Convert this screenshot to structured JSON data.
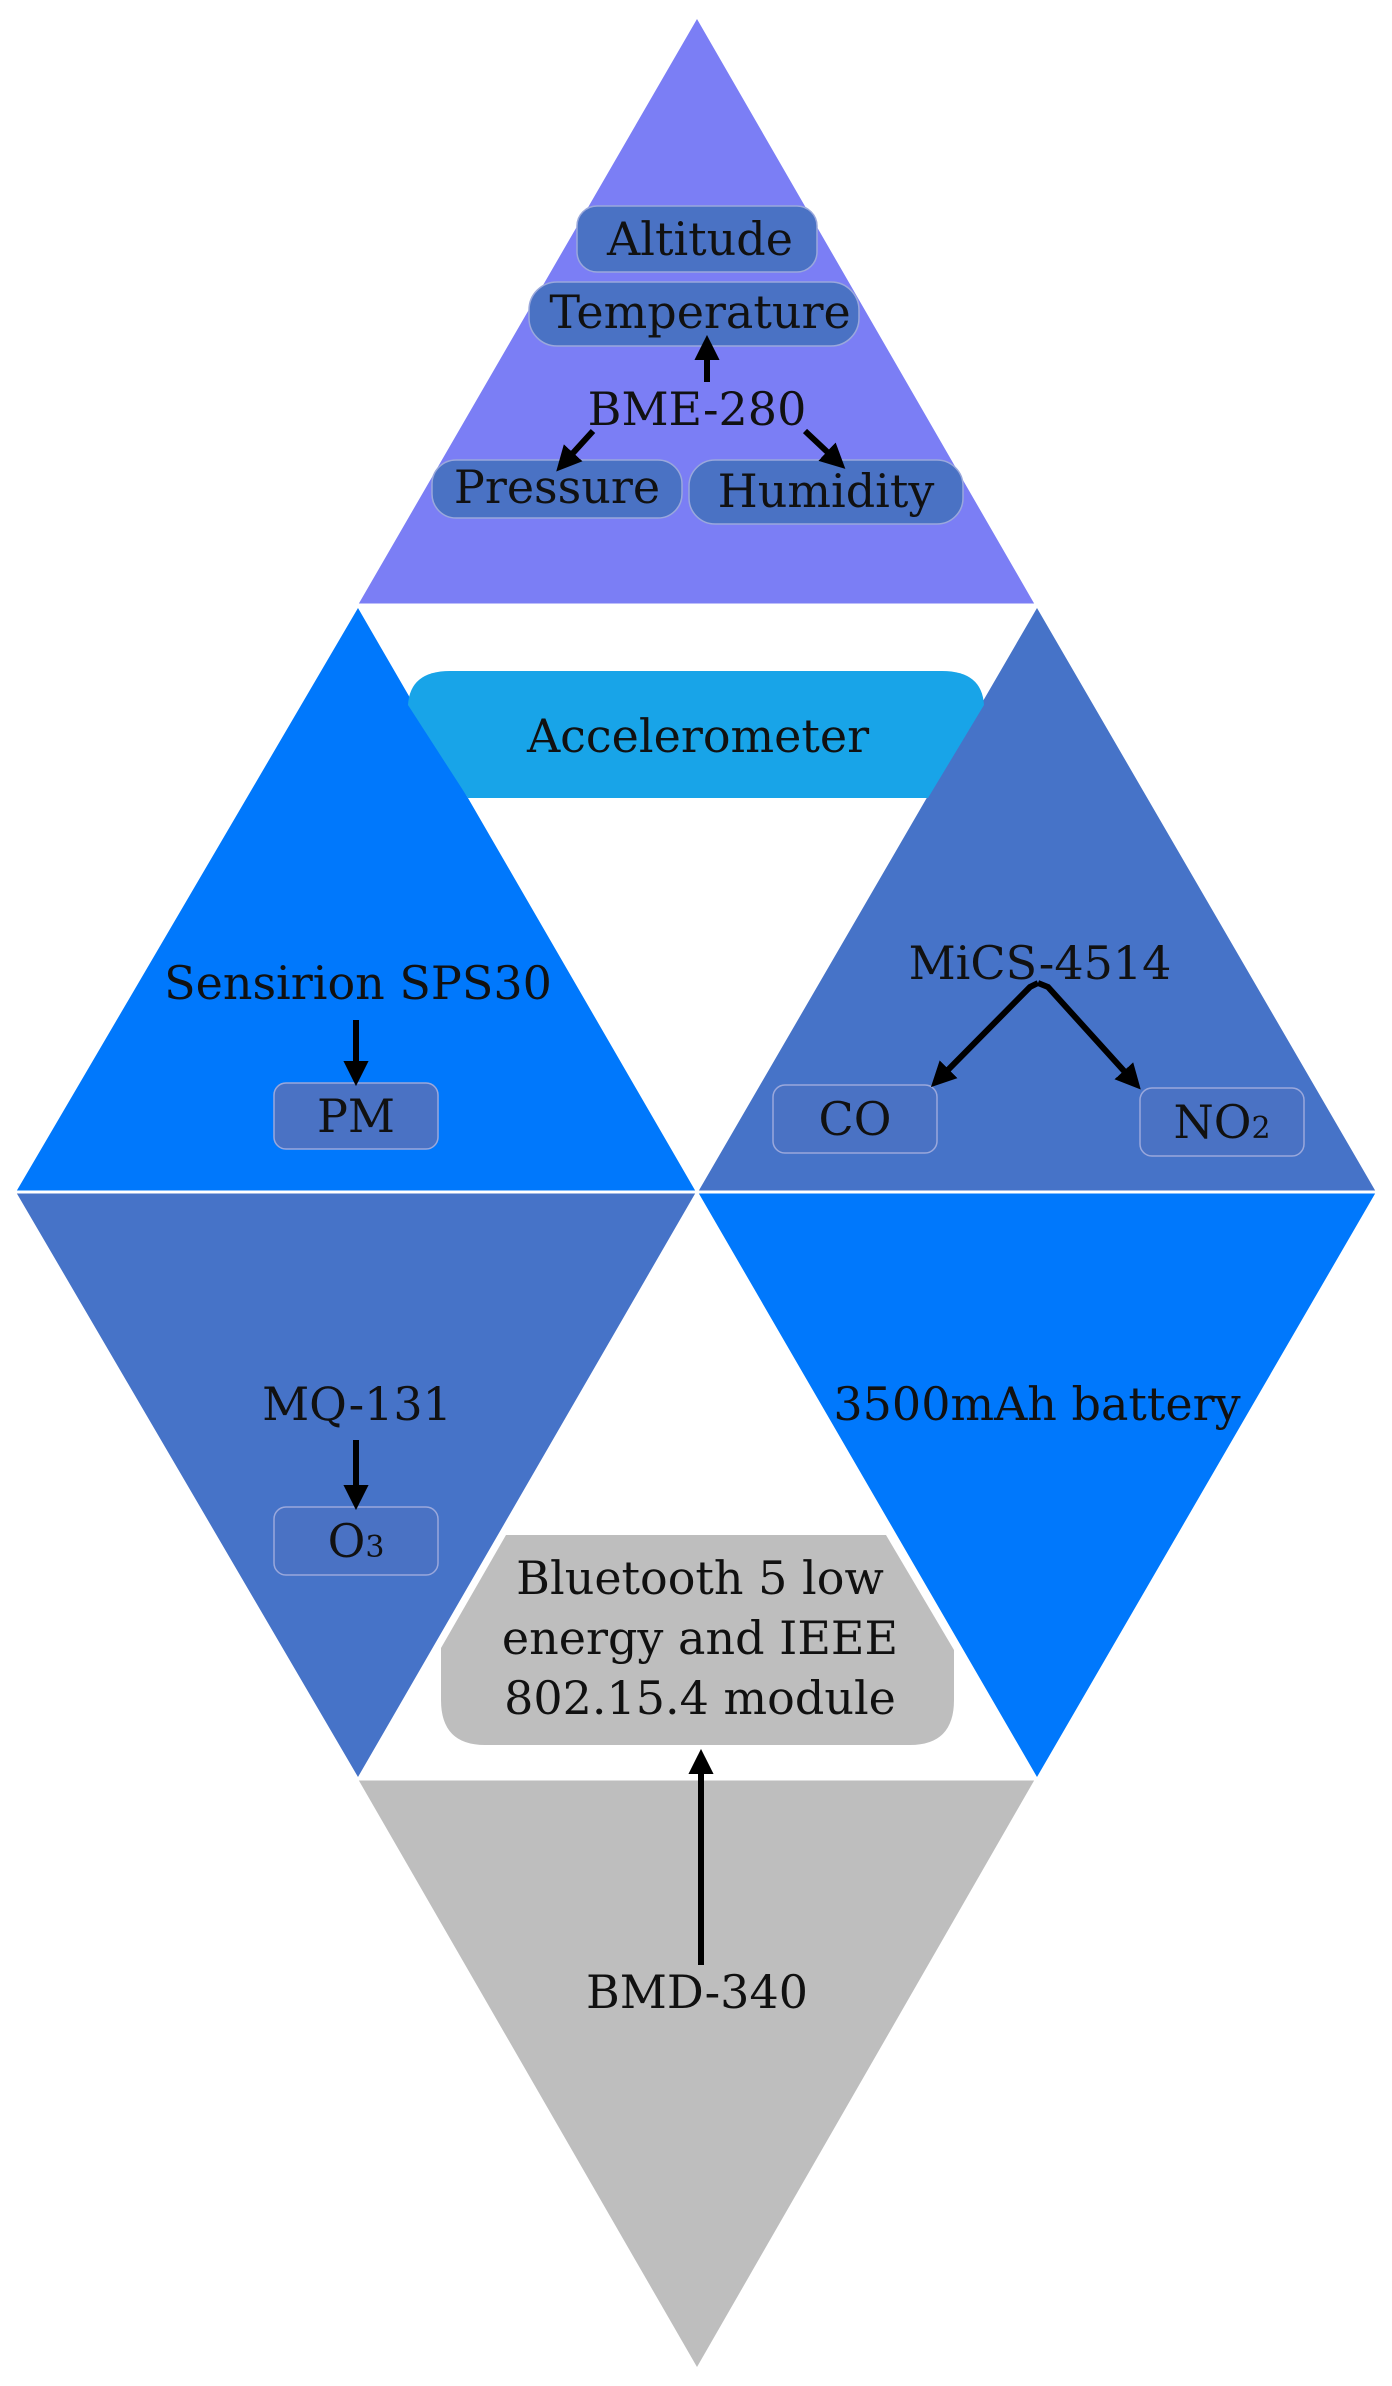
{
  "colors": {
    "violet": "#7b7ef5",
    "bright_blue": "#0078fc",
    "steel_blue": "#4673c8",
    "cyan": "#18a4e8",
    "gray": "#bebebe",
    "pill": "#4a72c4"
  },
  "bme": {
    "sensor": "BME-280",
    "altitude": "Altitude",
    "temperature": "Temperature",
    "pressure": "Pressure",
    "humidity": "Humidity"
  },
  "accelerometer": "Accelerometer",
  "sps": {
    "sensor": "Sensirion SPS30",
    "output": "PM"
  },
  "mics": {
    "sensor": "MiCS-4514",
    "co": "CO",
    "no2": "NO",
    "no2_sub": "2"
  },
  "mq": {
    "sensor": "MQ-131",
    "o3": "O",
    "o3_sub": "3"
  },
  "battery": "3500mAh battery",
  "bluetooth": {
    "line1": "Bluetooth 5 low",
    "line2": "energy and IEEE",
    "line3": "802.15.4 module"
  },
  "bmd": "BMD-340"
}
